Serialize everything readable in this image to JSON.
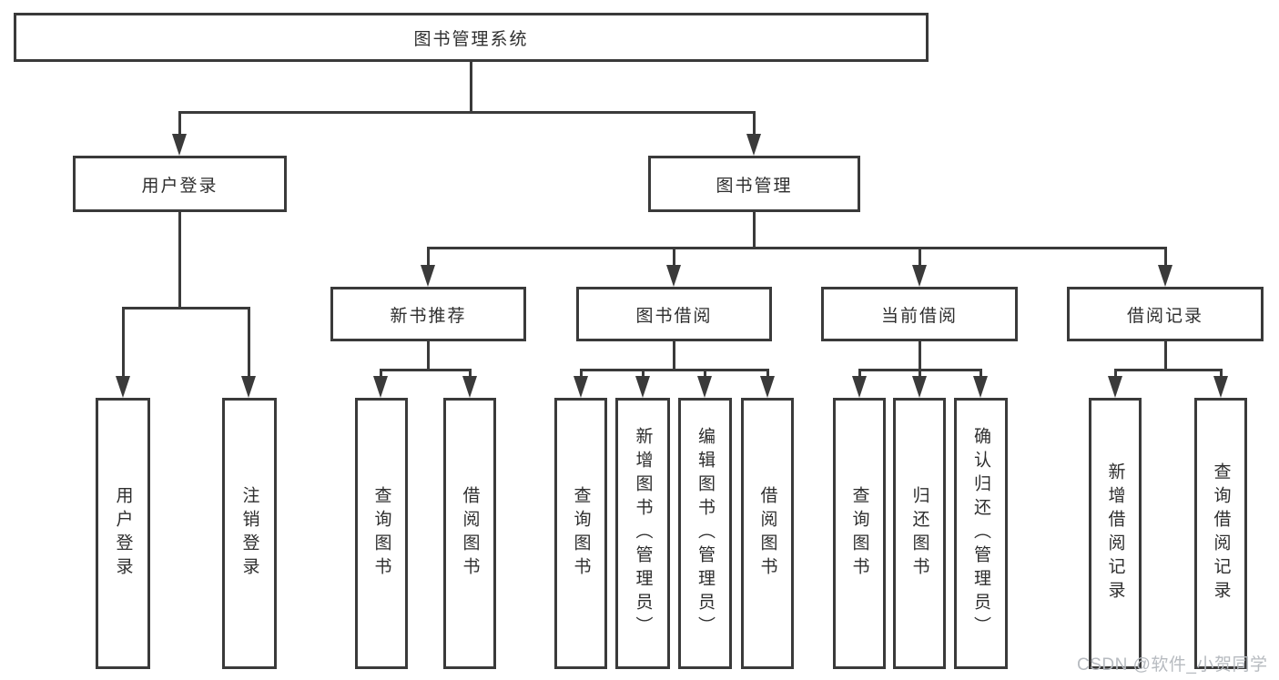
{
  "tree": {
    "label": "图书管理系统",
    "children": [
      {
        "label": "用户登录",
        "children": [
          {
            "label": "用户登录"
          },
          {
            "label": "注销登录"
          }
        ]
      },
      {
        "label": "图书管理",
        "children": [
          {
            "label": "新书推荐",
            "children": [
              {
                "label": "查询图书"
              },
              {
                "label": "借阅图书"
              }
            ]
          },
          {
            "label": "图书借阅",
            "children": [
              {
                "label": "查询图书"
              },
              {
                "label": "新增图书（管理员）"
              },
              {
                "label": "编辑图书（管理员）"
              },
              {
                "label": "借阅图书"
              }
            ]
          },
          {
            "label": "当前借阅",
            "children": [
              {
                "label": "查询图书"
              },
              {
                "label": "归还图书"
              },
              {
                "label": "确认归还（管理员）"
              }
            ]
          },
          {
            "label": "借阅记录",
            "children": [
              {
                "label": "新增借阅记录"
              },
              {
                "label": "查询借阅记录"
              }
            ]
          }
        ]
      }
    ]
  },
  "watermark": "CSDN @软件_小贺同学",
  "colors": {
    "line": "#3a3a3a",
    "text": "#2e2e2e",
    "watermark": "#b7bbc0",
    "background": "#ffffff"
  }
}
